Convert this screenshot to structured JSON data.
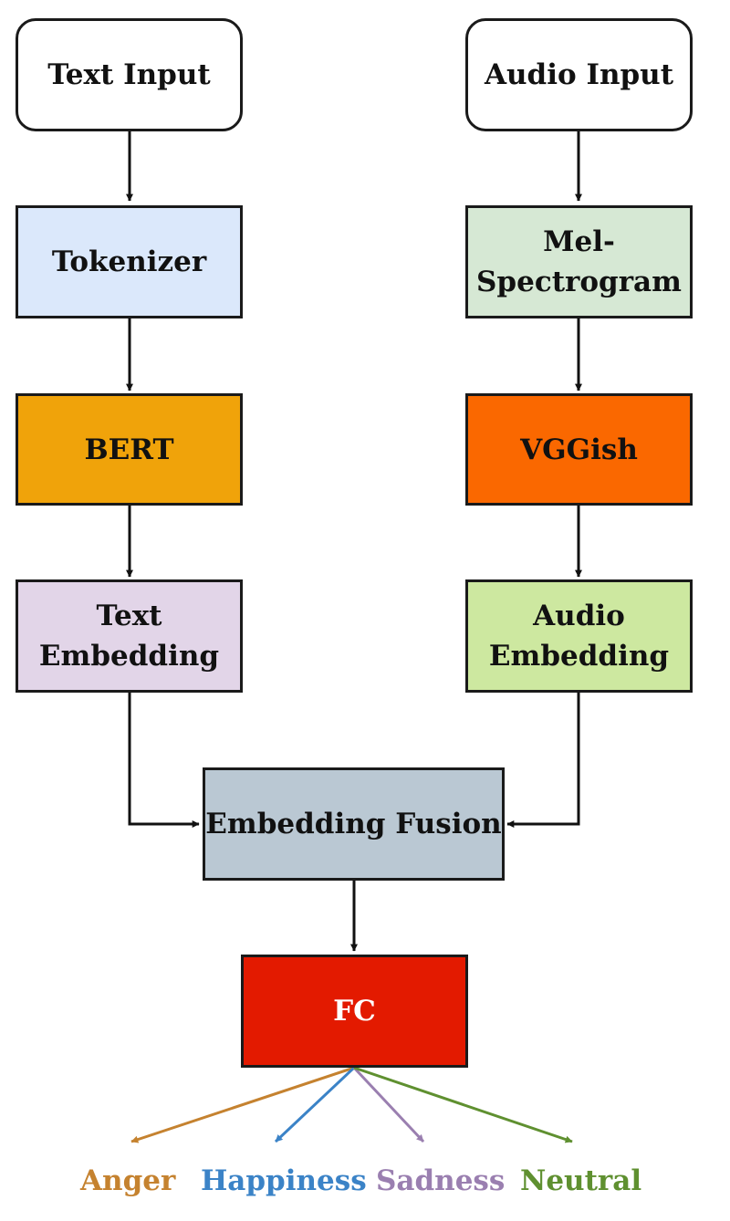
{
  "nodes": {
    "text_input": {
      "label": "Text Input",
      "fill": "#ffffff"
    },
    "tokenizer": {
      "label": "Tokenizer",
      "fill": "#dbe8fb"
    },
    "bert": {
      "label": "BERT",
      "fill": "#f0a30a"
    },
    "text_embedding": {
      "line1": "Text",
      "line2": "Embedding",
      "fill": "#e2d5e8"
    },
    "audio_input": {
      "label": "Audio Input",
      "fill": "#ffffff"
    },
    "mel_spectrogram": {
      "line1": "Mel-",
      "line2": "Spectrogram",
      "fill": "#d6e8d4"
    },
    "vggish": {
      "label": "VGGish",
      "fill": "#fa6800"
    },
    "audio_embedding": {
      "line1": "Audio",
      "line2": "Embedding",
      "fill": "#cde8a0"
    },
    "fusion": {
      "label": "Embedding Fusion",
      "fill": "#bac8d3"
    },
    "fc": {
      "label": "FC",
      "fill": "#e31a00"
    }
  },
  "outputs": [
    {
      "label": "Anger",
      "color": "#c5822f"
    },
    {
      "label": "Happiness",
      "color": "#3b83c7"
    },
    {
      "label": "Sadness",
      "color": "#9a7fb0"
    },
    {
      "label": "Neutral",
      "color": "#5f9030"
    }
  ]
}
